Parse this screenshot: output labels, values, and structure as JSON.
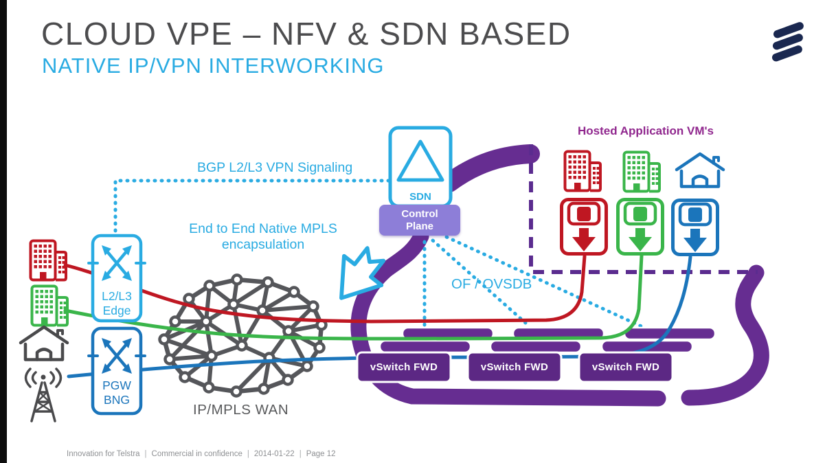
{
  "slide": {
    "title": "CLOUD VPE – NFV & SDN BASED",
    "subtitle": "NATIVE IP/VPN INTERWORKING",
    "footer": {
      "brand": "Innovation for Telstra",
      "confidentiality": "Commercial in confidence",
      "date": "2014-01-22",
      "page": "Page 12",
      "separator": "|"
    }
  },
  "diagram": {
    "annotations": {
      "bgp_signaling": "BGP L2/L3 VPN Signaling",
      "mpls_encap_line1": "End to End Native MPLS",
      "mpls_encap_line2": "encapsulation",
      "hosted_vms": "Hosted Application VM's",
      "of_ovsdb": "OF / OVSDB"
    },
    "nodes": {
      "sdn_controller": {
        "label": "SDN",
        "control_plane_line1": "Control",
        "control_plane_line2": "Plane"
      },
      "l2l3_edge": {
        "line1": "L2/L3",
        "line2": "Edge"
      },
      "pgw_bng": {
        "line1": "PGW",
        "line2": "BNG"
      },
      "wan_cloud": {
        "label": "IP/MPLS WAN"
      },
      "vswitches": [
        {
          "label": "vSwitch FWD"
        },
        {
          "label": "vSwitch FWD"
        },
        {
          "label": "vSwitch FWD"
        }
      ]
    },
    "icon_names": [
      "ericsson-logo",
      "office-building-icon",
      "home-icon",
      "radio-tower-icon",
      "router-icon",
      "sdn-controller-icon",
      "vm-download-icon",
      "wan-cloud-icon",
      "flow-arrow-icon"
    ],
    "colors": {
      "cyan": "#29abe2",
      "purple": "#662d91",
      "light_purple": "#8d7ed8",
      "magenta_label": "#90278e",
      "red": "#bf1722",
      "green": "#3ab54a",
      "blue": "#1b75bb",
      "title_gray": "#4c4c4e",
      "cloud_gray": "#55565a",
      "logo_navy": "#1a2850"
    }
  }
}
